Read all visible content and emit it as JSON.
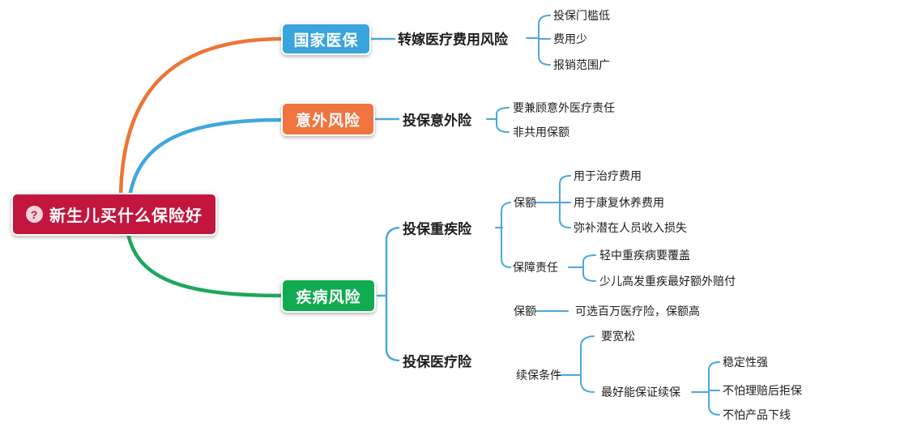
{
  "colors": {
    "root_bg": "#C2163E",
    "branch_blue_bg": "#3AA4DC",
    "branch_orange_bg": "#F0743E",
    "branch_green_bg": "#10AB50",
    "curve_orange": "#EE7434",
    "curve_blue": "#3FA7DE",
    "curve_green": "#1EA75A",
    "connector_blue": "#4AA8DC",
    "text": "#1d1d1d"
  },
  "mindmap": {
    "root": {
      "label": "新生儿买什么保险好",
      "icon": "question-mark-icon",
      "icon_glyph": "?"
    },
    "branches": [
      {
        "label": "国家医保",
        "children": [
          {
            "label": "转嫁医疗费用风险",
            "children": [
              {
                "label": "投保门槛低"
              },
              {
                "label": "费用少"
              },
              {
                "label": "报销范围广"
              }
            ]
          }
        ]
      },
      {
        "label": "意外风险",
        "children": [
          {
            "label": "投保意外险",
            "children": [
              {
                "label": "要兼顾意外医疗责任"
              },
              {
                "label": "非共用保额"
              }
            ]
          }
        ]
      },
      {
        "label": "疾病风险",
        "children": [
          {
            "label": "投保重疾险",
            "children": [
              {
                "label": "保额",
                "children": [
                  {
                    "label": "用于治疗费用"
                  },
                  {
                    "label": "用于康复休养费用"
                  },
                  {
                    "label": "弥补潜在人员收入损失"
                  }
                ]
              },
              {
                "label": "保障责任",
                "children": [
                  {
                    "label": "轻中重疾病要覆盖"
                  },
                  {
                    "label": "少儿高发重疾最好额外赔付"
                  }
                ]
              }
            ]
          },
          {
            "label": "投保医疗险",
            "children": [
              {
                "label": "保额",
                "children": [
                  {
                    "label": "可选百万医疗险，保额高"
                  }
                ]
              },
              {
                "label": "续保条件",
                "children": [
                  {
                    "label": "要宽松"
                  },
                  {
                    "label": "最好能保证续保",
                    "children": [
                      {
                        "label": "稳定性强"
                      },
                      {
                        "label": "不怕理赔后拒保"
                      },
                      {
                        "label": "不怕产品下线"
                      }
                    ]
                  }
                ]
              }
            ]
          }
        ]
      }
    ]
  }
}
